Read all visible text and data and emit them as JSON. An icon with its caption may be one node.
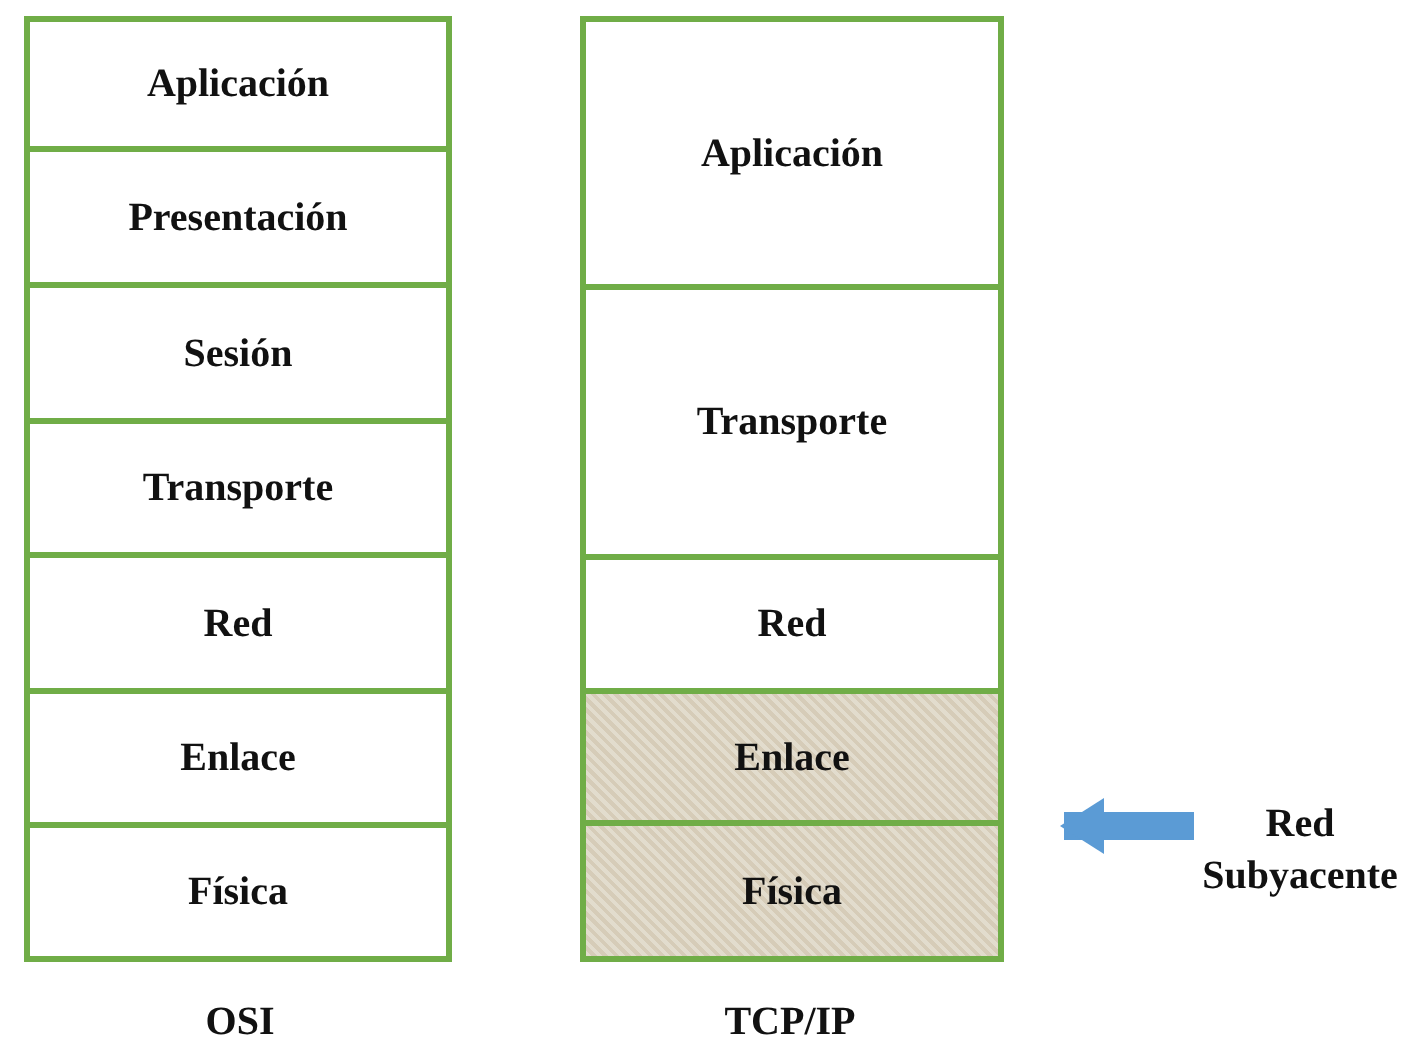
{
  "diagram": {
    "nodes": [
      {
        "text": [
          "Aplicación"
        ]
      },
      {
        "text": [
          "Presentación"
        ]
      },
      {
        "text": [
          "Sesión"
        ]
      },
      {
        "text": [
          "Transporte"
        ]
      },
      {
        "text": [
          "Red"
        ]
      },
      {
        "text": [
          "Enlace"
        ]
      },
      {
        "text": [
          "Física"
        ]
      },
      {
        "text": [
          "Aplicación"
        ]
      },
      {
        "text": [
          "Transporte"
        ]
      },
      {
        "text": [
          "Red"
        ]
      },
      {
        "text": [
          "Enlace"
        ]
      },
      {
        "text": [
          "Física"
        ]
      },
      {
        "text": [
          "Red Subyacente"
        ]
      }
    ],
    "edges": [
      {
        "from": 12,
        "to": 10,
        "arrow": "to"
      }
    ],
    "labels": [
      "OSI",
      "TCP/IP"
    ]
  }
}
